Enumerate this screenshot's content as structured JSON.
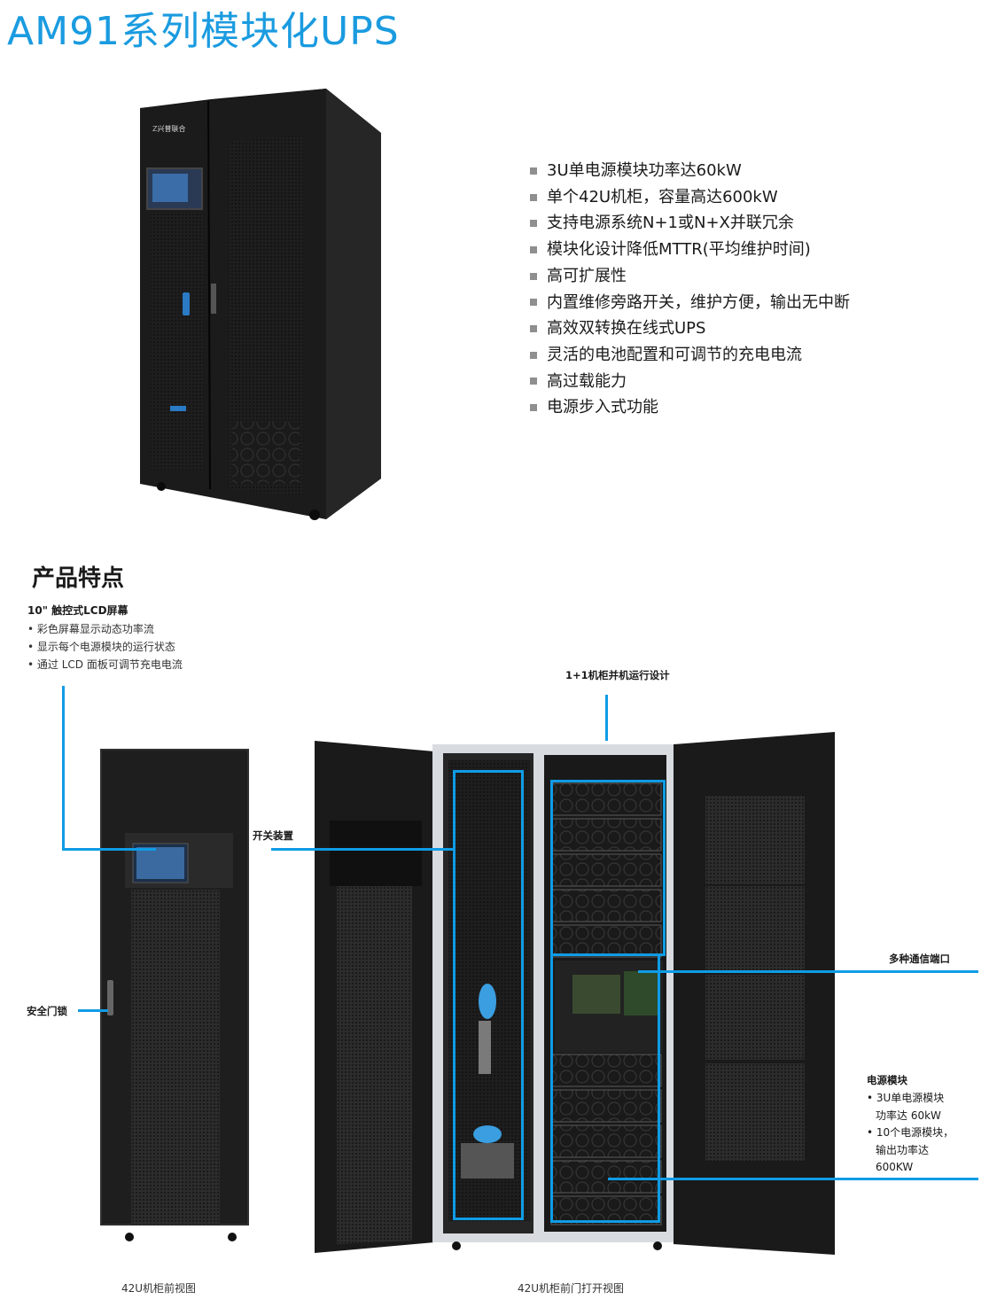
{
  "title": "AM91系列模块化UPS",
  "features": [
    "3U单电源模块功率达60kW",
    "单个42U机柜，容量高达600kW",
    "支持电源系统N+1或N+X并联冗余",
    "模块化设计降低MTTR(平均维护时间)",
    "高可扩展性",
    "内置维修旁路开关，维护方便，输出无中断",
    "高效双转换在线式UPS",
    "灵活的电池配置和可调节的充电电流",
    "高过载能力",
    "电源步入式功能"
  ],
  "section_title": "产品特点",
  "lcd": {
    "heading": "10\" 触控式LCD屏幕",
    "items": [
      "• 彩色屏幕显示动态功率流",
      "• 显示每个电源模块的运行状态",
      "• 通过 LCD 面板可调节充电电流"
    ]
  },
  "callouts": {
    "parallel": "1+1机柜并机运行设计",
    "switch": "开关装置",
    "door_lock": "安全门锁",
    "comm_port": "多种通信端口",
    "power_module": {
      "heading": "电源模块",
      "items": [
        "• 3U单电源模块",
        "功率达 60kW",
        "• 10个电源模块，",
        "输出功率达",
        "600KW"
      ]
    }
  },
  "captions": {
    "front": "42U机柜前视图",
    "open": "42U机柜前门打开视图"
  },
  "cabinet_logo": "兴普联合",
  "colors": {
    "accent": "#1a9be0",
    "callout_line": "#0f9ce6",
    "cabinet": "#1b1b1b"
  }
}
